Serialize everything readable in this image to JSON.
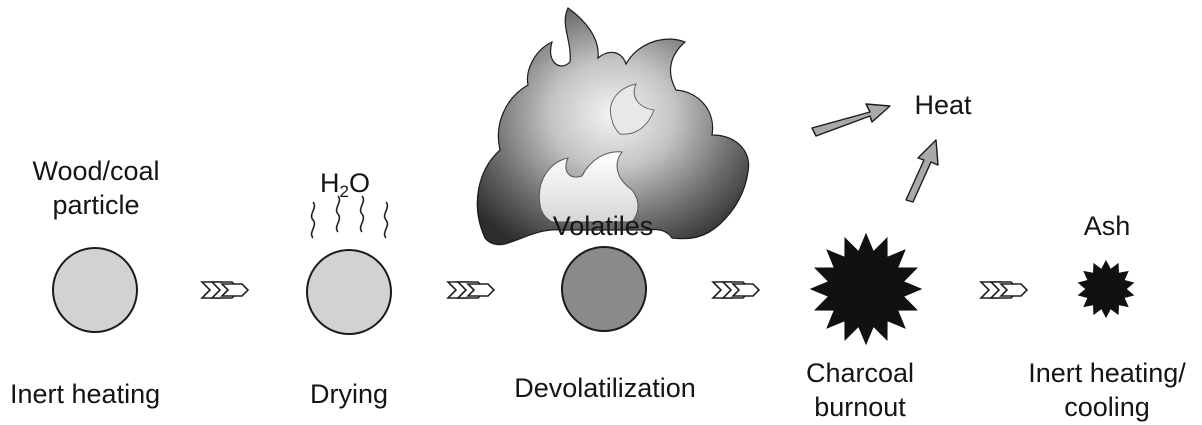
{
  "stages": [
    {
      "id": "inert-heating",
      "particle_label": [
        "Wood/coal",
        "particle"
      ],
      "caption": "Inert heating"
    },
    {
      "id": "drying",
      "emission_label": {
        "main": "H",
        "sub": "2",
        "tail": "O"
      },
      "caption": "Drying"
    },
    {
      "id": "devolatilization",
      "emission_label": "Volatiles",
      "caption": "Devolatilization"
    },
    {
      "id": "charcoal-burnout",
      "emission_label": "Heat",
      "caption": [
        "Charcoal",
        "burnout"
      ]
    },
    {
      "id": "inert-cooling",
      "emission_label": "Ash",
      "caption": [
        "Inert heating/",
        "cooling"
      ]
    }
  ],
  "colors": {
    "particle_light": "#d2d2d2",
    "particle_dark": "#8a8a8a",
    "char": "#111111",
    "outline": "#1a1a1a",
    "arrow_fill": "#ffffff",
    "heat_arrow_fill": "#a9a9a9",
    "flame_light": "#e2e2e2",
    "flame_mid": "#9c9c9c",
    "flame_dark": "#3e3e3e"
  },
  "icons": [
    "particle",
    "steam-wisps",
    "flame",
    "charcoal-star",
    "ash-star",
    "process-arrow",
    "heat-arrow"
  ]
}
